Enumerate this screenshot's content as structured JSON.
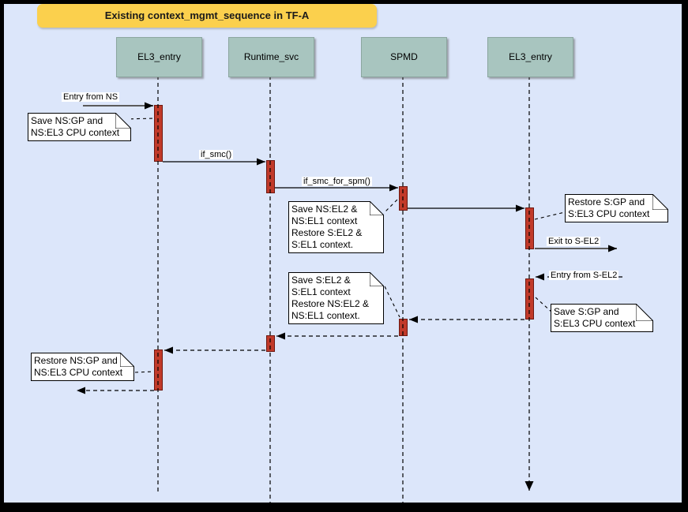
{
  "diagram": {
    "title": "Existing context_mgmt_sequence in TF-A",
    "participants": [
      {
        "label": "EL3_entry"
      },
      {
        "label": "Runtime_svc"
      },
      {
        "label": "SPMD"
      },
      {
        "label": "EL3_entry"
      }
    ],
    "messages": [
      {
        "label": "Entry from NS",
        "from": "external",
        "to": "EL3_entry",
        "style": "solid"
      },
      {
        "label": "if_smc()",
        "from": "EL3_entry",
        "to": "Runtime_svc",
        "style": "solid"
      },
      {
        "label": "if_smc_for_spm()",
        "from": "Runtime_svc",
        "to": "SPMD",
        "style": "solid"
      },
      {
        "label": "",
        "from": "SPMD",
        "to": "EL3_entry",
        "style": "solid"
      },
      {
        "label": "Exit to S-EL2",
        "from": "EL3_entry",
        "to": "external",
        "style": "solid"
      },
      {
        "label": "Entry from S-EL2",
        "from": "external",
        "to": "EL3_entry",
        "style": "dashed"
      },
      {
        "label": "",
        "from": "EL3_entry",
        "to": "SPMD",
        "style": "dashed"
      },
      {
        "label": "",
        "from": "SPMD",
        "to": "Runtime_svc",
        "style": "dashed"
      },
      {
        "label": "",
        "from": "Runtime_svc",
        "to": "EL3_entry",
        "style": "dashed"
      },
      {
        "label": "",
        "from": "EL3_entry",
        "to": "external",
        "style": "dashed"
      }
    ],
    "notes": [
      {
        "text": "Save NS:GP and\nNS:EL3 CPU context"
      },
      {
        "text": "Save NS:EL2 &\nNS:EL1 context\nRestore S:EL2 &\nS:EL1 context."
      },
      {
        "text": "Restore S:GP and\nS:EL3 CPU context"
      },
      {
        "text": "Save S:EL2 &\nS:EL1 context\nRestore NS:EL2 &\nNS:EL1 context."
      },
      {
        "text": "Save S:GP and\nS:EL3 CPU context"
      },
      {
        "text": "Restore NS:GP and\nNS:EL3 CPU context"
      }
    ],
    "colors": {
      "background": "#dce6fa",
      "banner_fill": "#fbd04d",
      "participant_fill": "#a8c5bf",
      "participant_border": "#8ba69f",
      "activation_fill": "#c13a2a",
      "activation_border": "#6e1710",
      "note_fill": "#ffffff",
      "line_color": "#000000"
    }
  }
}
